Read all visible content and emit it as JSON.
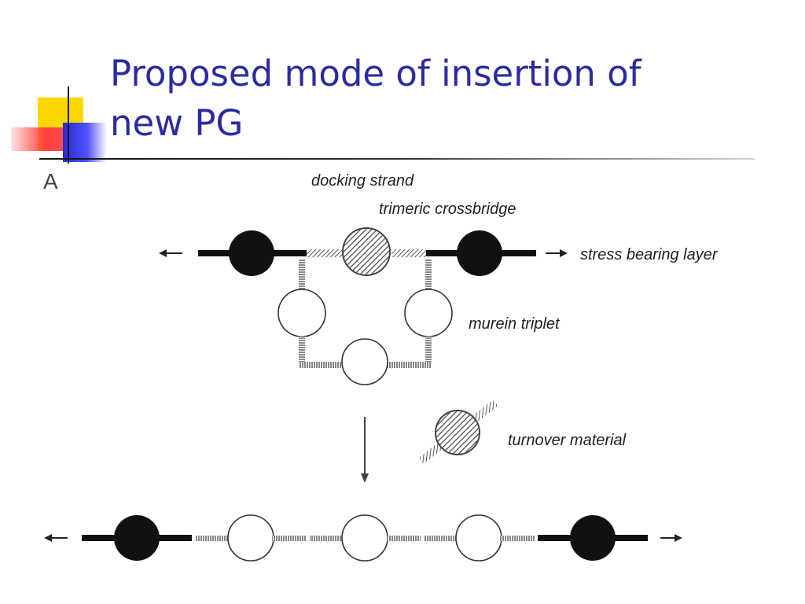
{
  "slide": {
    "title": "Proposed mode of insertion of\nnew PG"
  },
  "diagram": {
    "panel_label": "A",
    "labels": {
      "docking_strand": "docking strand",
      "trimeric_crossbridge": "trimeric crossbridge",
      "stress_bearing_layer": "stress bearing layer",
      "murein_triplet": "murein triplet",
      "turnover_material": "turnover material"
    }
  },
  "colors": {
    "title": "#2b2ba0",
    "strand_dark": "#111111",
    "strand_gray": "#888888",
    "hatch": "#444444"
  }
}
